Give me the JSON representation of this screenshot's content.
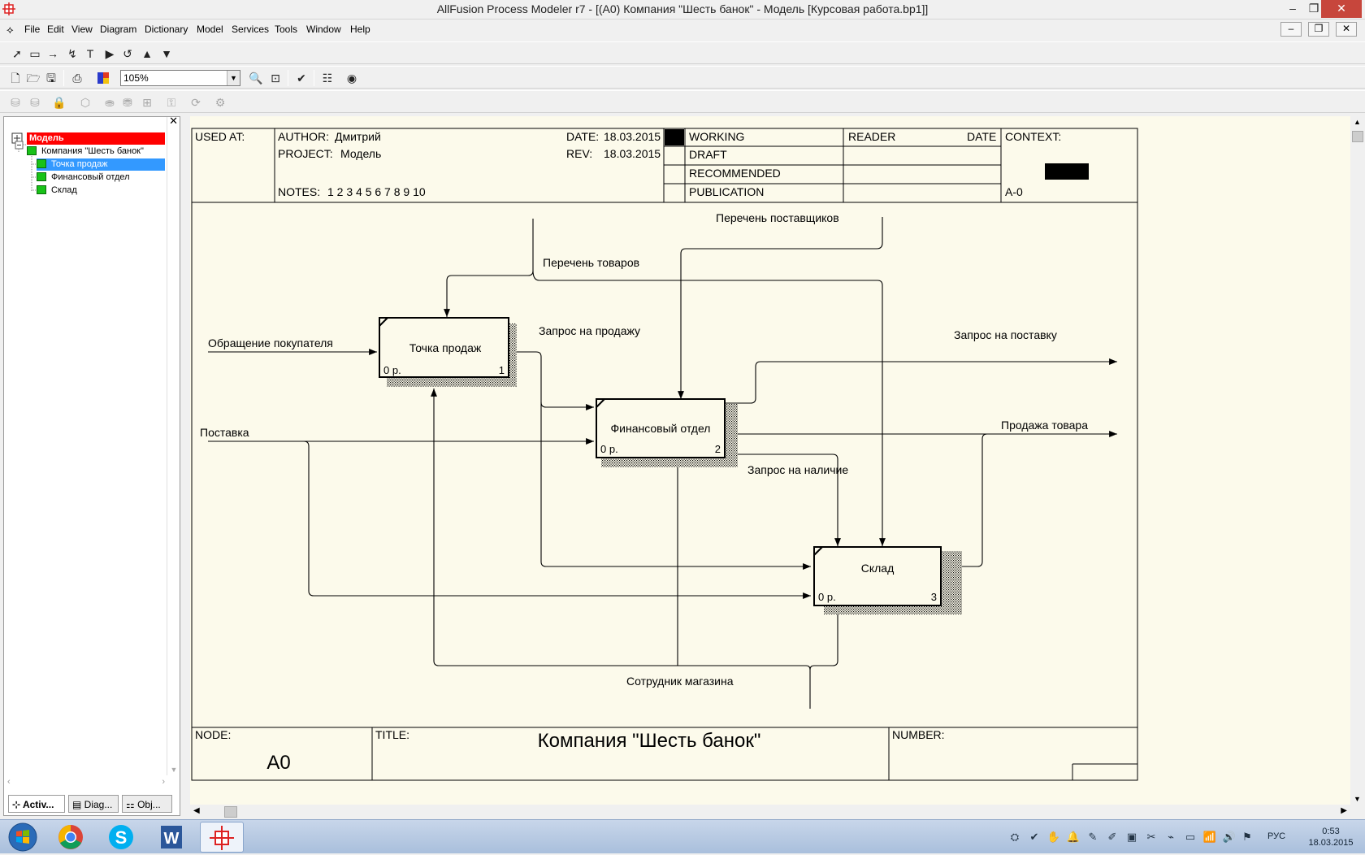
{
  "window": {
    "title": "AllFusion Process Modeler r7 - [(A0) Компания \"Шесть банок\" - Модель  [Курсовая работа.bp1]]",
    "min": "–",
    "max": "❐",
    "close": "✕"
  },
  "menu": [
    "File",
    "Edit",
    "View",
    "Diagram",
    "Dictionary",
    "Model",
    "Services",
    "Tools",
    "Window",
    "Help"
  ],
  "mdi_buttons": [
    "–",
    "❐",
    "✕"
  ],
  "toolbar": {
    "zoom_value": "105%",
    "zoom_arrow": "▼"
  },
  "tree": {
    "root": "Модель",
    "company": "Компания \"Шесть банок\"",
    "children": [
      "Точка продаж",
      "Финансовый отдел",
      "Склад"
    ],
    "selected": "Точка продаж",
    "close": "✕"
  },
  "panel_tabs": [
    "Activ...",
    "Diag...",
    "Obj..."
  ],
  "frame": {
    "used_at": "USED AT:",
    "author_label": "AUTHOR:",
    "author": "Дмитрий",
    "project_label": "PROJECT:",
    "project": "Модель",
    "date_label": "DATE:",
    "date": "18.03.2015",
    "rev_label": "REV:",
    "rev": "18.03.2015",
    "notes_label": "NOTES:",
    "notes": "1  2  3  4  5  6  7  8  9  10",
    "status": [
      "WORKING",
      "DRAFT",
      "RECOMMENDED",
      "PUBLICATION"
    ],
    "reader": "READER",
    "reader_date": "DATE",
    "context": "CONTEXT:",
    "context_node": "A-0",
    "node_label": "NODE:",
    "node": "A0",
    "title_label": "TITLE:",
    "title": "Компания \"Шесть банок\"",
    "number_label": "NUMBER:"
  },
  "diagram": {
    "boxes": [
      {
        "name": "Точка продаж",
        "cost": "0 р.",
        "num": "1"
      },
      {
        "name": "Финансовый отдел",
        "cost": "0 р.",
        "num": "2"
      },
      {
        "name": "Склад",
        "cost": "0 р.",
        "num": "3"
      }
    ],
    "arrows": {
      "suppliers_list": "Перечень поставщиков",
      "goods_list": "Перечень товаров",
      "customer_request": "Обращение покупателя",
      "sale_request": "Запрос на продажу",
      "supply_request": "Запрос на поставку",
      "delivery": "Поставка",
      "goods_sale": "Продажа товара",
      "availability_request": "Запрос на наличие",
      "shop_employee": "Сотрудник магазина"
    }
  },
  "taskbar": {
    "lang": "РУС",
    "time": "0:53",
    "date": "18.03.2015"
  },
  "colors": {
    "canvas": "#fcfaeb",
    "root_red": "#ff0000",
    "selection": "#3399ff",
    "tree_green": "#18c218"
  }
}
